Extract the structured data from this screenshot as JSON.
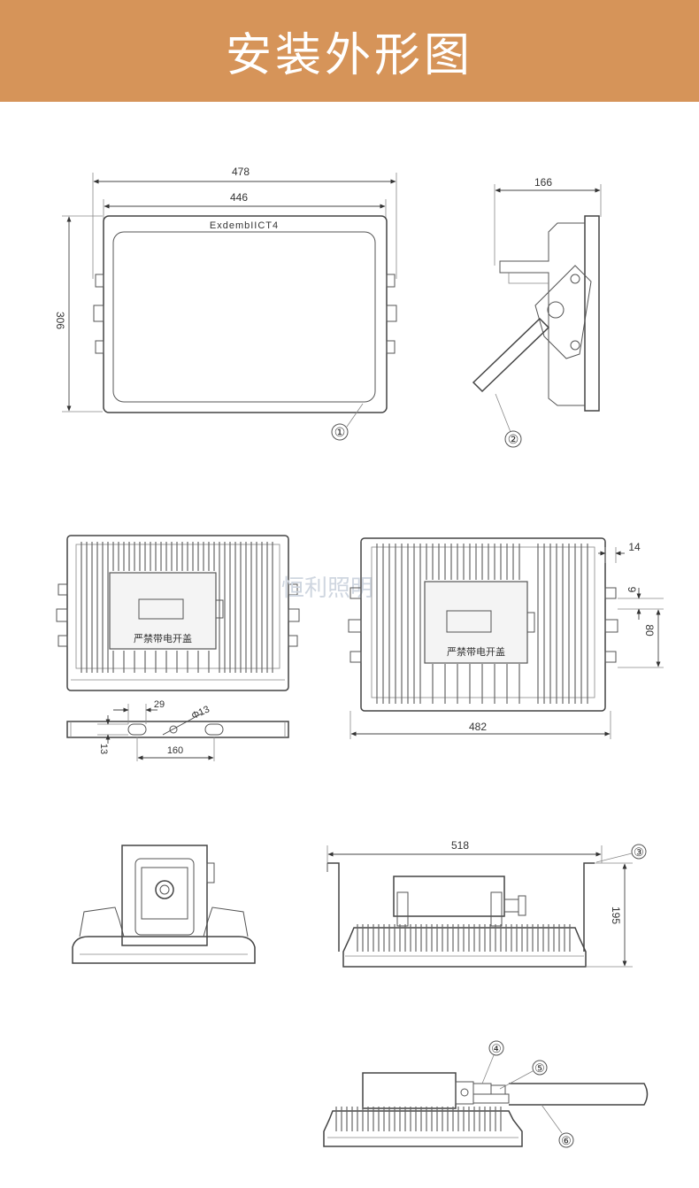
{
  "banner": {
    "title": "安装外形图",
    "bg_color": "#d69459"
  },
  "watermark": "恒利照明",
  "views": {
    "front": {
      "marking": "ExdembIICT4",
      "dims": {
        "w_outer": "478",
        "w_inner": "446",
        "h": "306"
      },
      "callout": "①"
    },
    "side": {
      "dims": {
        "depth": "166"
      },
      "callout": "②"
    },
    "rear_small": {
      "warning": "严禁带电开盖"
    },
    "rear_large": {
      "warning": "严禁带电开盖",
      "dims": {
        "d14": "14",
        "d9": "9",
        "d80": "80",
        "width": "482"
      }
    },
    "bracket": {
      "dims": {
        "d29": "29",
        "d13": "13",
        "phi13": "Φ13",
        "d160": "160"
      }
    },
    "end": {},
    "profile": {
      "dims": {
        "width": "518",
        "height": "195"
      },
      "callout": "③"
    },
    "mount": {
      "callouts": [
        "④",
        "⑤",
        "⑥"
      ]
    }
  }
}
